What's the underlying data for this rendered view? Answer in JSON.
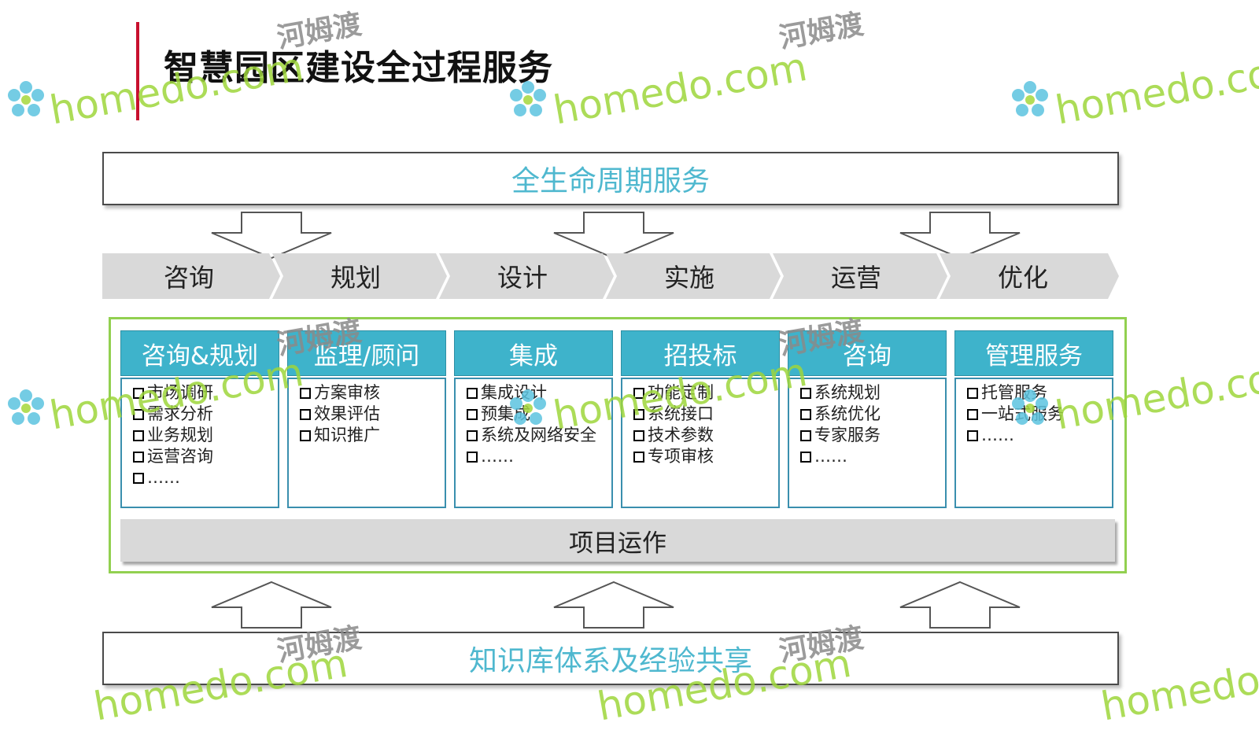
{
  "title": "智慧园区建设全过程服务",
  "top_banner": "全生命周期服务",
  "bottom_banner": "知识库体系及经验共享",
  "phases": [
    "咨询",
    "规划",
    "设计",
    "实施",
    "运营",
    "优化"
  ],
  "columns": [
    {
      "header": "咨询&规划",
      "items": [
        "市场调研",
        "需求分析",
        "业务规划",
        "运营咨询",
        "……"
      ]
    },
    {
      "header": "监理/顾问",
      "items": [
        "方案审核",
        "效果评估",
        "知识推广"
      ]
    },
    {
      "header": "集成",
      "items": [
        "集成设计",
        "预集成",
        "系统及网络安全",
        "……"
      ]
    },
    {
      "header": "招投标",
      "items": [
        "功能定制",
        "系统接口",
        "技术参数",
        "专项审核"
      ]
    },
    {
      "header": "咨询",
      "items": [
        "系统规划",
        "系统优化",
        "专家服务",
        "……"
      ]
    },
    {
      "header": "管理服务",
      "items": [
        "托管服务",
        "一站式服务",
        "……"
      ]
    }
  ],
  "operations_bar": "项目运作",
  "watermark": {
    "en": "homedo.com",
    "cn": "河姆渡"
  },
  "colors": {
    "accent": "#c8102e",
    "teal": "#3eb3cb",
    "banner_text": "#4fb8cf",
    "frame_green": "#92d050",
    "chevron_gray": "#d9d9d9"
  }
}
